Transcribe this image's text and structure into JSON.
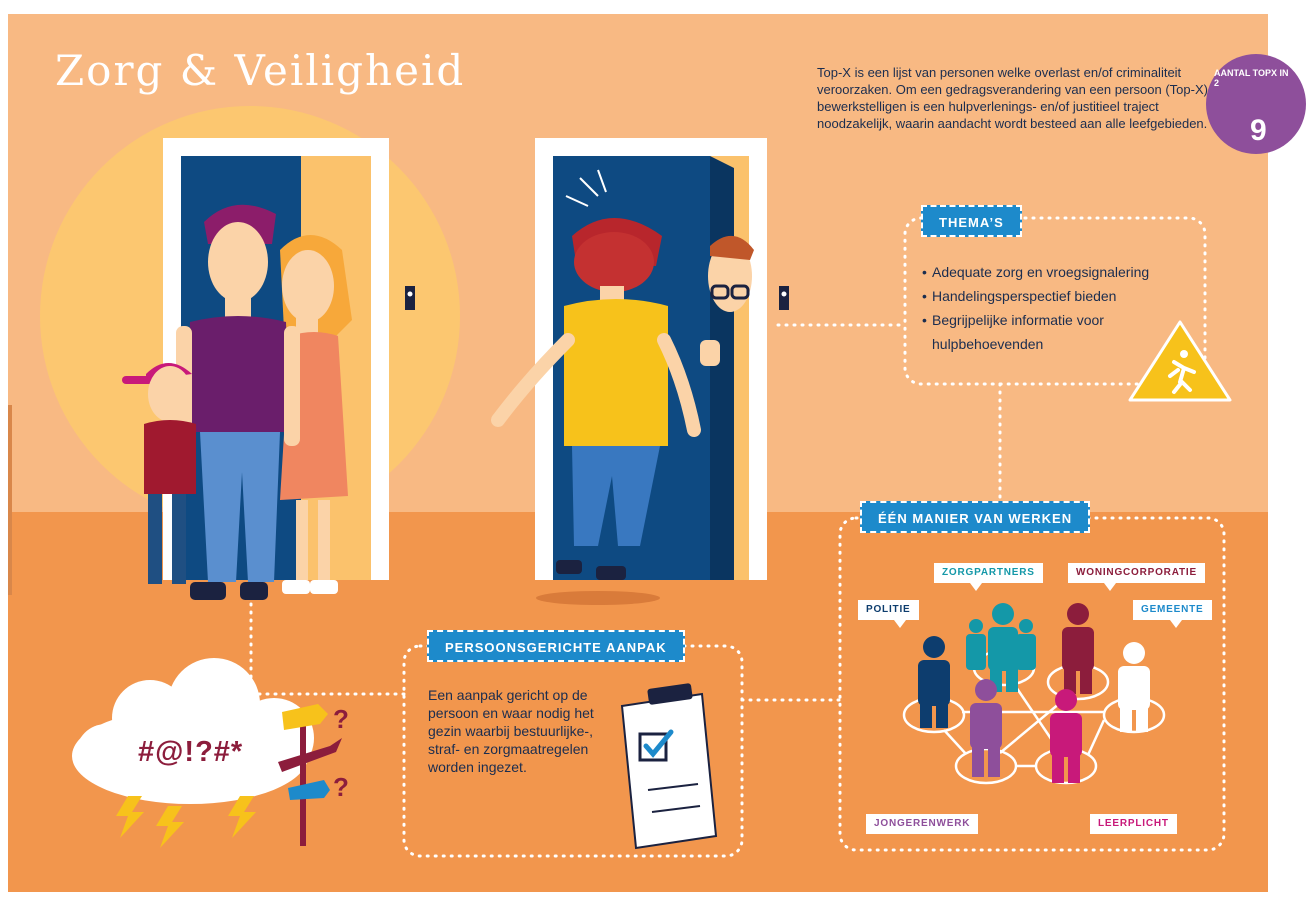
{
  "page": {
    "title": "Zorg & Veiligheid",
    "intro": "Top-X is een lijst van personen welke overlast en/of criminaliteit veroorzaken. Om een gedragsverandering van een persoon (Top-X) te bewerkstelligen is een hulpverlenings- en/of justitieel traject noodzakelijk, waarin aandacht wordt besteed aan alle leefgebieden."
  },
  "badge": {
    "text": "AANTAL TOPX IN 2",
    "number": "9"
  },
  "themas": {
    "heading": "THEMA’S",
    "items": [
      "Adequate zorg en vroegsignalering",
      "Handelingsperspectief bieden",
      "Begrijpelijke informatie voor",
      "hulpbehoevenden"
    ]
  },
  "manier": {
    "heading": "ÉÉN MANIER VAN WERKEN",
    "partners": [
      {
        "label": "POLITIE",
        "color": "#0d3d6e"
      },
      {
        "label": "ZORGPARTNERS",
        "color": "#1498a8"
      },
      {
        "label": "WONINGCORPORATIE",
        "color": "#8c1d3c"
      },
      {
        "label": "GEMEENTE",
        "color": "#1d8acb"
      },
      {
        "label": "JONGERENWERK",
        "color": "#8e4f9b"
      },
      {
        "label": "LEERPLICHT",
        "color": "#c8197a"
      }
    ]
  },
  "aanpak": {
    "heading": "PERSOONSGERICHTE AANPAK",
    "text": "Een aanpak gericht op de persoon en waar nodig het gezin waarbij bestuurlijke-, straf- en zorgmaatregelen worden ingezet."
  },
  "cloud": {
    "text": "#@!?#*",
    "question": "?"
  },
  "colors": {
    "wall": "#f8b983",
    "floor": "#f2964d",
    "accent_blue": "#1d8acb",
    "dark_text": "#1b2d4f",
    "maroon": "#8c1d3c",
    "door_blue": "#0e4a82"
  },
  "icons": [
    "warning-running-person-icon",
    "clipboard-check-icon",
    "signpost-icon",
    "lightning-icon"
  ]
}
